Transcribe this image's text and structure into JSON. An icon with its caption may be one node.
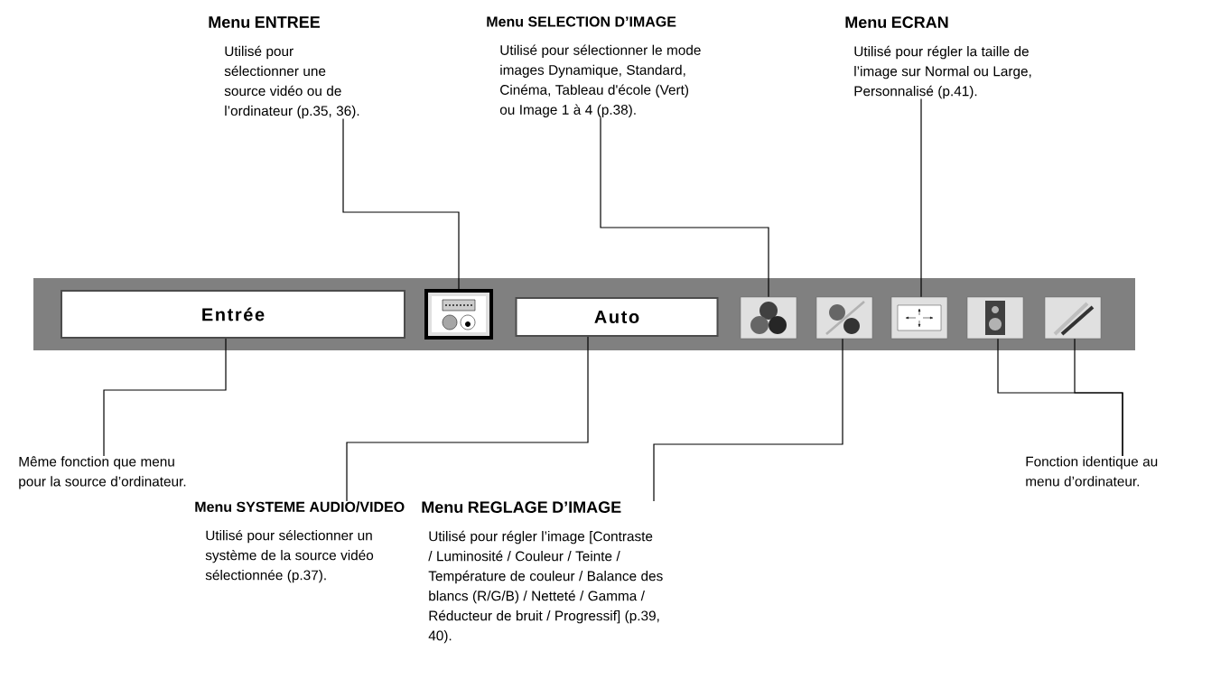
{
  "diagram": {
    "nodes": [
      {
        "text": [
          "Menu ENTREE",
          "Utilisé pour sélectionner une source vidéo ou de l’ordinateur (p.35, 36)."
        ]
      },
      {
        "text": [
          "Menu SELECTION D’IMAGE",
          "Utilisé pour sélectionner le mode images Dynamique, Standard, Cinéma, Tableau d'école (Vert) ou Image 1 à 4 (p.38)."
        ]
      },
      {
        "text": [
          "Menu ECRAN",
          "Utilisé pour régler la taille de l’image sur Normal ou Large, Personnalisé (p.41)."
        ]
      },
      {
        "text": [],
        "shape": "bar"
      },
      {
        "text": [
          "Entrée"
        ],
        "in": 3
      },
      {
        "text": [],
        "shape": "picture",
        "in": 3
      },
      {
        "text": [
          "Auto"
        ],
        "in": 3
      },
      {
        "text": [],
        "shape": "picture",
        "in": 3
      },
      {
        "text": [],
        "shape": "picture",
        "in": 3
      },
      {
        "text": [],
        "shape": "picture",
        "in": 3
      },
      {
        "text": [],
        "shape": "picture",
        "in": 3
      },
      {
        "text": [],
        "shape": "picture",
        "in": 3
      },
      {
        "text": [
          "Même fonction que menu pour la source d’ordinateur."
        ]
      },
      {
        "text": [
          "Menu SYSTEME AUDIO/VIDEO",
          "Utilisé pour sélectionner un système de la source vidéo sélectionnée (p.37)."
        ]
      },
      {
        "text": [
          "Menu REGLAGE D’IMAGE",
          "Utilisé pour régler l’image [Contraste / Luminosité / Couleur / Teinte / Température de couleur / Balance des blancs (R/G/B) / Netteté / Gamma / Réducteur de bruit / Progressif] (p.39, 40)."
        ]
      },
      {
        "text": [
          "Fonction identique au menu d’ordinateur."
        ]
      }
    ],
    "edges": [
      {
        "from": 0,
        "to": 5,
        "arrow": "none"
      },
      {
        "from": 1,
        "to": 7,
        "arrow": "none"
      },
      {
        "from": 2,
        "to": 9,
        "arrow": "none"
      },
      {
        "from": 12,
        "to": 4,
        "arrow": "none"
      },
      {
        "from": 13,
        "to": 6,
        "arrow": "none"
      },
      {
        "from": 14,
        "to": 8,
        "arrow": "none"
      },
      {
        "from": 15,
        "to": 10,
        "arrow": "none"
      },
      {
        "from": 15,
        "to": 11,
        "arrow": "none"
      }
    ]
  }
}
